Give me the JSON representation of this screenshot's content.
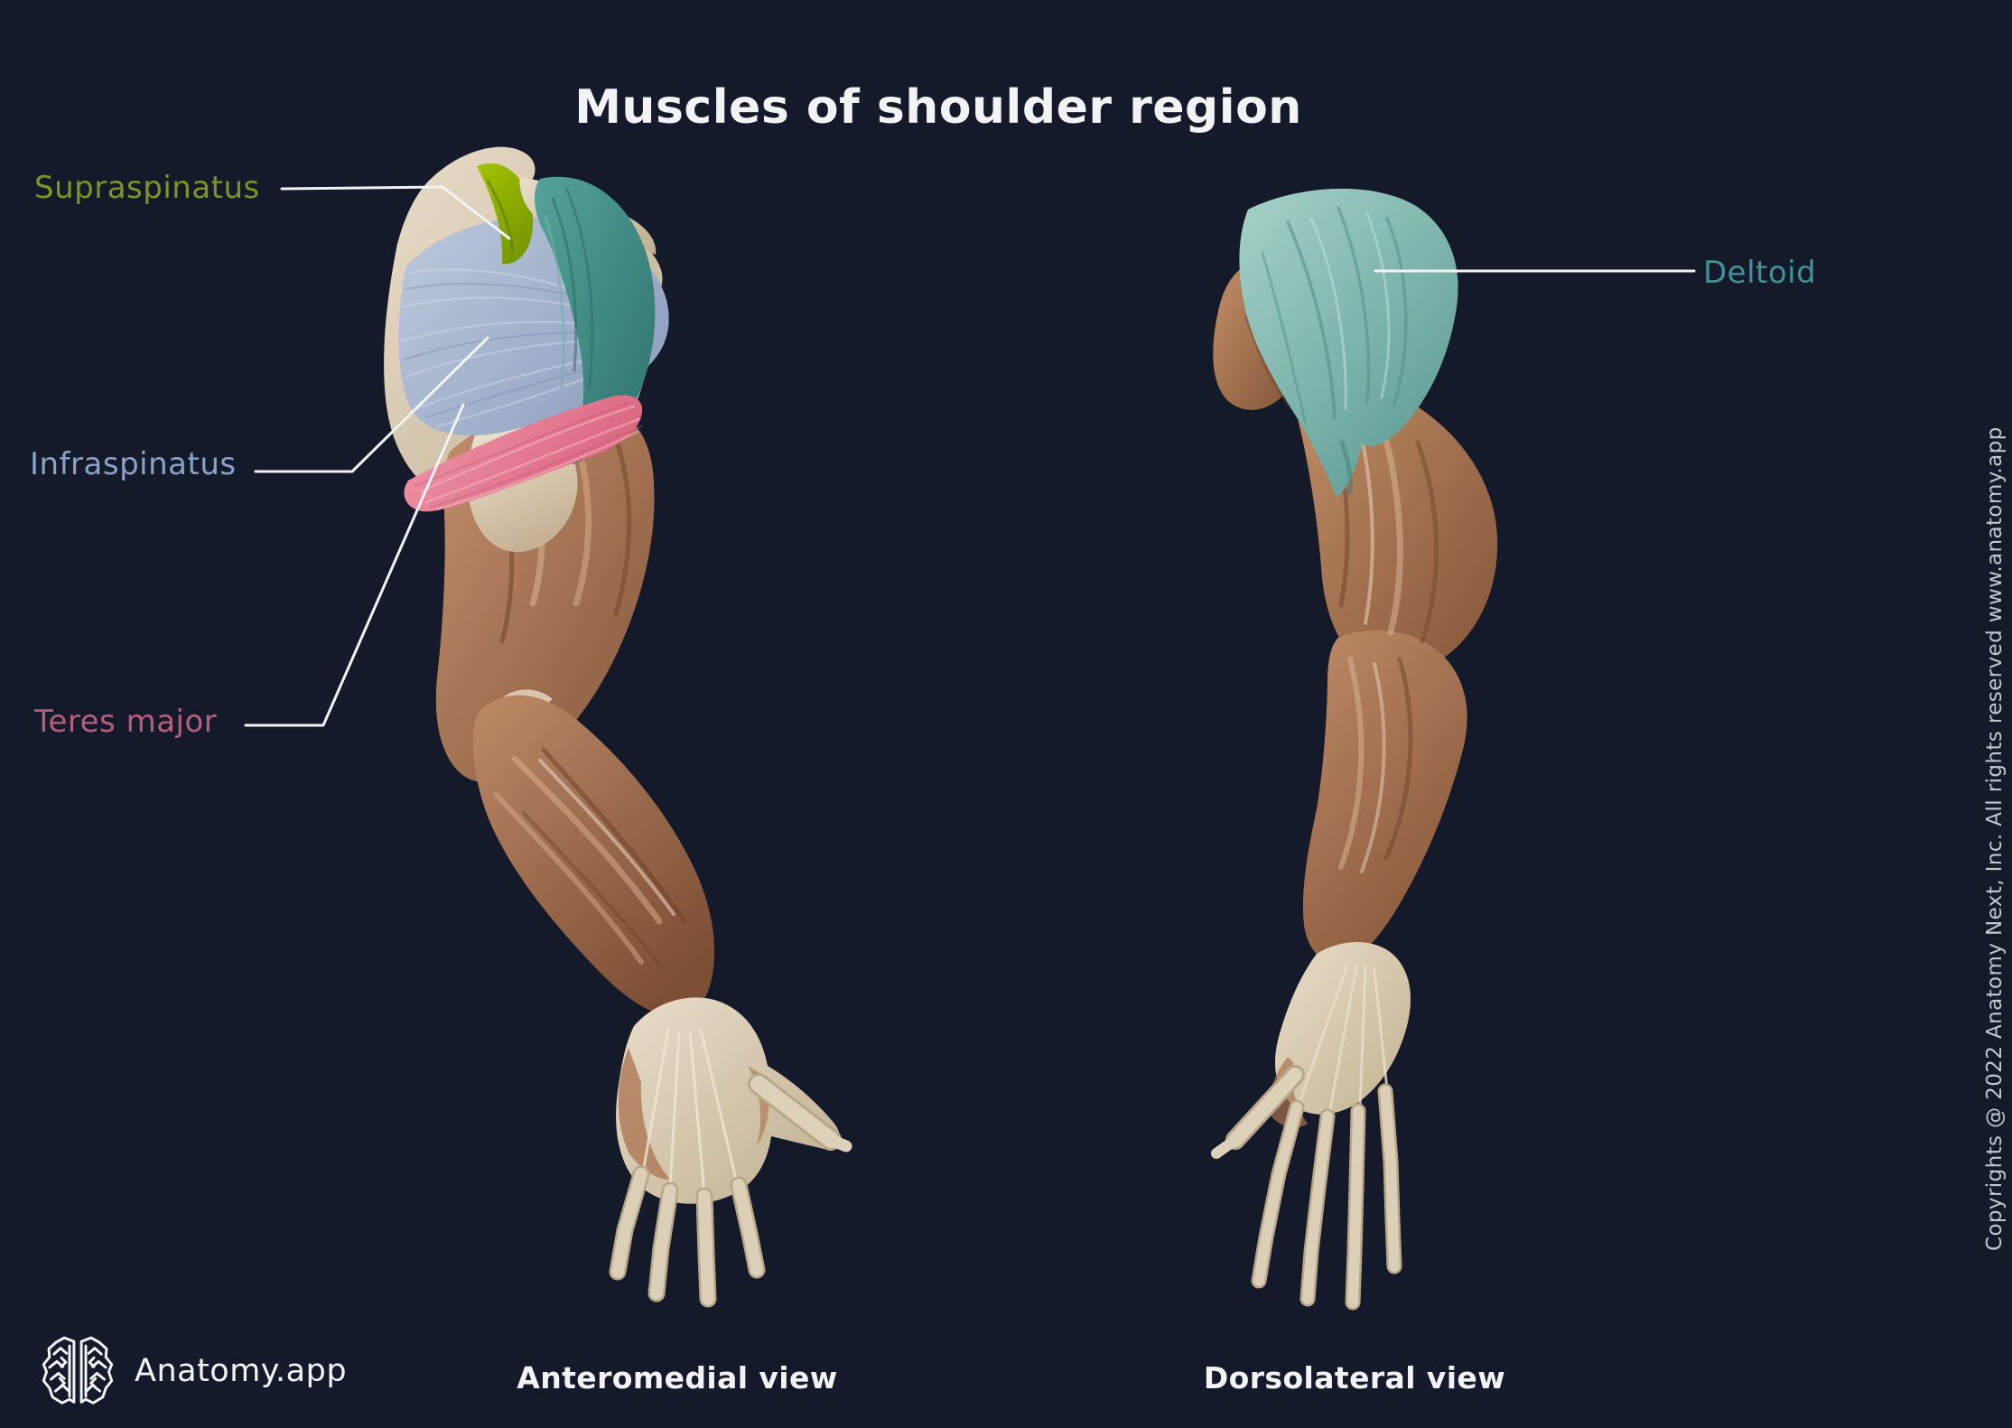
{
  "title": "Muscles of shoulder region",
  "anteromedial": {
    "caption": "Anteromedial view",
    "labels": {
      "supraspinatus": "Supraspinatus",
      "infraspinatus": "Infraspinatus",
      "teres_major": "Teres major"
    }
  },
  "dorsolateral": {
    "caption": "Dorsolateral view",
    "labels": {
      "deltoid": "Deltoid"
    }
  },
  "branding": {
    "app_name": "Anatomy.app",
    "logo_icon": "brain-logo-icon"
  },
  "copyright": "Copyrights @ 2022 Anatomy Next, Inc. All rights reserved www.anatomy.app",
  "colors": {
    "background": "#141a29",
    "title-text": "#f2f3f5",
    "caption-text": "#f2f3f5",
    "copyright-text": "#c3c7cf",
    "leader-line": "#f2f3f5",
    "label-supraspinatus": "#7e9423",
    "label-infraspinatus": "#8aa2c8",
    "label-teres-major": "#b55f7e",
    "label-deltoid": "#3f929b",
    "muscle-supraspinatus": "#8caf07",
    "muscle-infraspinatus": "#aab8d1",
    "muscle-teres-major": "#e8839a",
    "muscle-deltoid-left": "#3f8f8a",
    "muscle-deltoid-right": "#84bdb4",
    "bone": "#d8ccb6",
    "muscle-brown": "#a86f4d"
  }
}
